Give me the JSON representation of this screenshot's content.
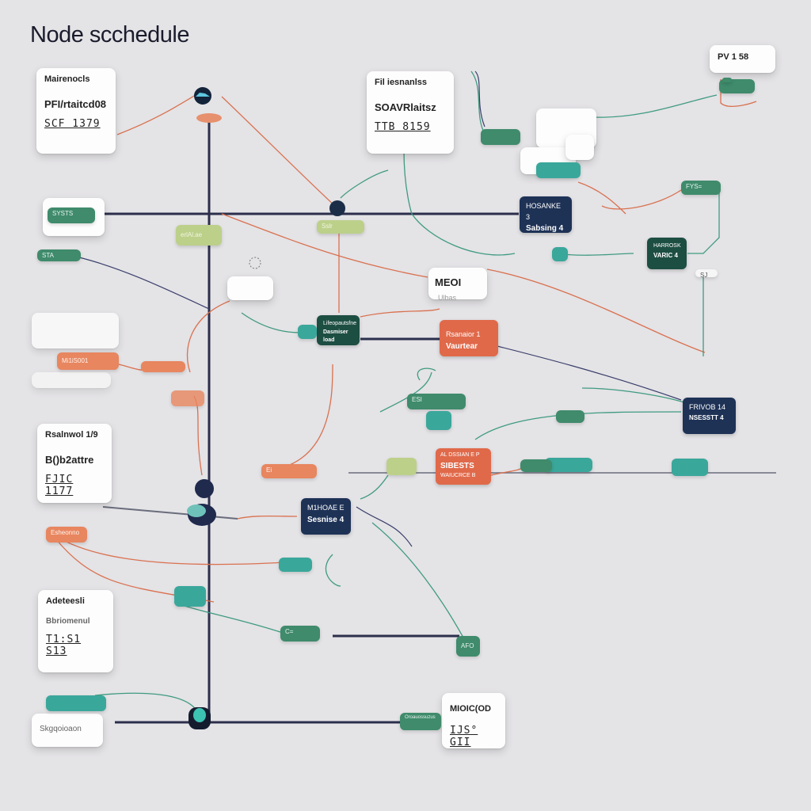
{
  "title": "Node scchedule",
  "colors": {
    "background": "#e4e3e6",
    "navy": "#1e3256",
    "dark_green": "#1d4e42",
    "coral": "#e0694a",
    "green": "#3f8b6c",
    "teal": "#3aa79b",
    "orange": "#e8865f",
    "bus_line": "#2c2f4c"
  },
  "cards": [
    {
      "id": "card-top-left",
      "line1": "Mairenocls",
      "line2": "PFI/rtaitcd08",
      "line3": "SCF 1379"
    },
    {
      "id": "card-top-center",
      "line1": "Fil iesnanlss",
      "line2": "SOAVRlaitsz",
      "line3": "TTB 8159"
    },
    {
      "id": "card-top-right",
      "line1": "PV 1 58"
    },
    {
      "id": "card-mid-left",
      "line1": "Rsalnwol 1/9",
      "line2": "B()b2attre",
      "line3": "FJIC 1177"
    },
    {
      "id": "card-bottom-left",
      "line1": "Adeteesli",
      "line2": "Bbriomenul",
      "line3": "T1:S1 S13"
    },
    {
      "id": "card-bottom-left-2",
      "line1": "Skgqoioaon"
    },
    {
      "id": "card-bottom-center",
      "line1": "MIOIC(OD",
      "line3": "IJS° GII"
    },
    {
      "id": "card-center",
      "line1": "MEOI",
      "line2": "Ulbas"
    }
  ],
  "boxes": [
    {
      "id": "box-navy-top",
      "color": "navy",
      "line1": "HOSANKE 3",
      "line2": "Sabsing 4"
    },
    {
      "id": "box-green-right",
      "color": "dark_green",
      "line1": "HARROSK",
      "line2": "VARIC 4"
    },
    {
      "id": "box-green-center",
      "color": "dark_green",
      "line1": "Lifeopautsfne",
      "line2": "Dasmiser load"
    },
    {
      "id": "box-coral-center",
      "color": "coral",
      "line1": "Rsanaior 1",
      "line2": "Vaurtear"
    },
    {
      "id": "box-navy-right",
      "color": "navy",
      "line1": "FRIVOB 14",
      "line2": "NSESSTT 4"
    },
    {
      "id": "box-coral-lower",
      "color": "coral",
      "line1": "AL DSSIAN E P",
      "line2": "SIBESTS",
      "line3": "WAIUCRCE B"
    },
    {
      "id": "box-navy-lower",
      "color": "navy",
      "line1": "M1HOAE E",
      "line2": "Sesnise 4"
    }
  ],
  "pills": [
    {
      "id": "pill-left-1",
      "color": "green",
      "label": "SYSTS"
    },
    {
      "id": "pill-left-2",
      "color": "green",
      "label": "STA"
    },
    {
      "id": "pill-lightgreen-1",
      "color": "lightgreen",
      "label": "erlAl.ae"
    },
    {
      "id": "pill-center-1",
      "color": "lightgreen",
      "label": "Sslr"
    },
    {
      "id": "pill-orange-1",
      "color": "orange",
      "label": "Mi1iS001"
    },
    {
      "id": "pill-orange-2",
      "color": "orange",
      "label": ""
    },
    {
      "id": "pill-orange-3",
      "color": "orange",
      "label": ""
    },
    {
      "id": "pill-orange-4",
      "color": "orange",
      "label": "Ei"
    },
    {
      "id": "pill-orange-5",
      "color": "orange",
      "label": "Esheonno"
    },
    {
      "id": "pill-teal-1",
      "color": "teal",
      "label": ""
    },
    {
      "id": "pill-teal-2",
      "color": "teal",
      "label": ""
    },
    {
      "id": "pill-green-top",
      "color": "green",
      "label": ""
    },
    {
      "id": "pill-green-top-right",
      "color": "green",
      "label": ""
    },
    {
      "id": "pill-green-right",
      "color": "green",
      "label": "FYS="
    },
    {
      "id": "pill-green-lower",
      "color": "green",
      "label": "ESI"
    },
    {
      "id": "pill-green-lower-2",
      "color": "green",
      "label": ""
    },
    {
      "id": "pill-green-bottom",
      "color": "green",
      "label": "C="
    },
    {
      "id": "pill-green-bottom-2",
      "color": "green",
      "label": "Oroauossuzus"
    },
    {
      "id": "pill-green-afo",
      "color": "green",
      "label": "AFO"
    },
    {
      "id": "pill-teal-bottom",
      "color": "teal",
      "label": ""
    },
    {
      "id": "pill-teal-lower",
      "color": "teal",
      "label": ""
    },
    {
      "id": "pill-white-1",
      "color": "white",
      "label": "SJ_"
    }
  ]
}
